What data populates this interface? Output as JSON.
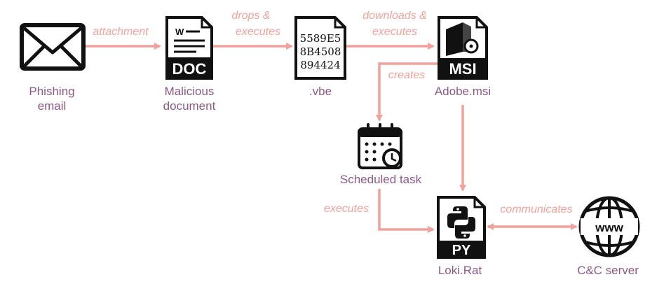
{
  "nodes": {
    "phishing": {
      "label_line1": "Phishing",
      "label_line2": "email",
      "icon": "envelope-icon"
    },
    "document": {
      "label_line1": "Malicious",
      "label_line2": "document",
      "icon": "doc-file-icon",
      "badge": "DOC"
    },
    "vbe": {
      "label": ".vbe",
      "icon": "script-file-icon",
      "hex_lines": [
        "5589E5",
        "8B4508",
        "894424"
      ]
    },
    "msi": {
      "label": "Adobe.msi",
      "icon": "msi-file-icon",
      "badge": "MSI"
    },
    "task": {
      "label": "Scheduled task",
      "icon": "calendar-clock-icon"
    },
    "rat": {
      "label": "Loki.Rat",
      "icon": "python-file-icon",
      "badge": "PY"
    },
    "cc": {
      "label": "C&C server",
      "icon": "globe-www-icon",
      "globe_text": "www"
    }
  },
  "edges": {
    "phishing_to_doc": {
      "label": "attachment"
    },
    "doc_to_vbe": {
      "label_line1": "drops &",
      "label_line2": "executes"
    },
    "vbe_to_msi": {
      "label_line1": "downloads &",
      "label_line2": "executes"
    },
    "msi_to_task": {
      "label": "creates"
    },
    "task_to_rat": {
      "label": "executes"
    },
    "rat_to_cc": {
      "label": "communicates"
    }
  },
  "colors": {
    "edge": "#f1a29c",
    "edge_label": "#f1a29c",
    "node_label": "#8d5a86",
    "icon": "#111111"
  }
}
